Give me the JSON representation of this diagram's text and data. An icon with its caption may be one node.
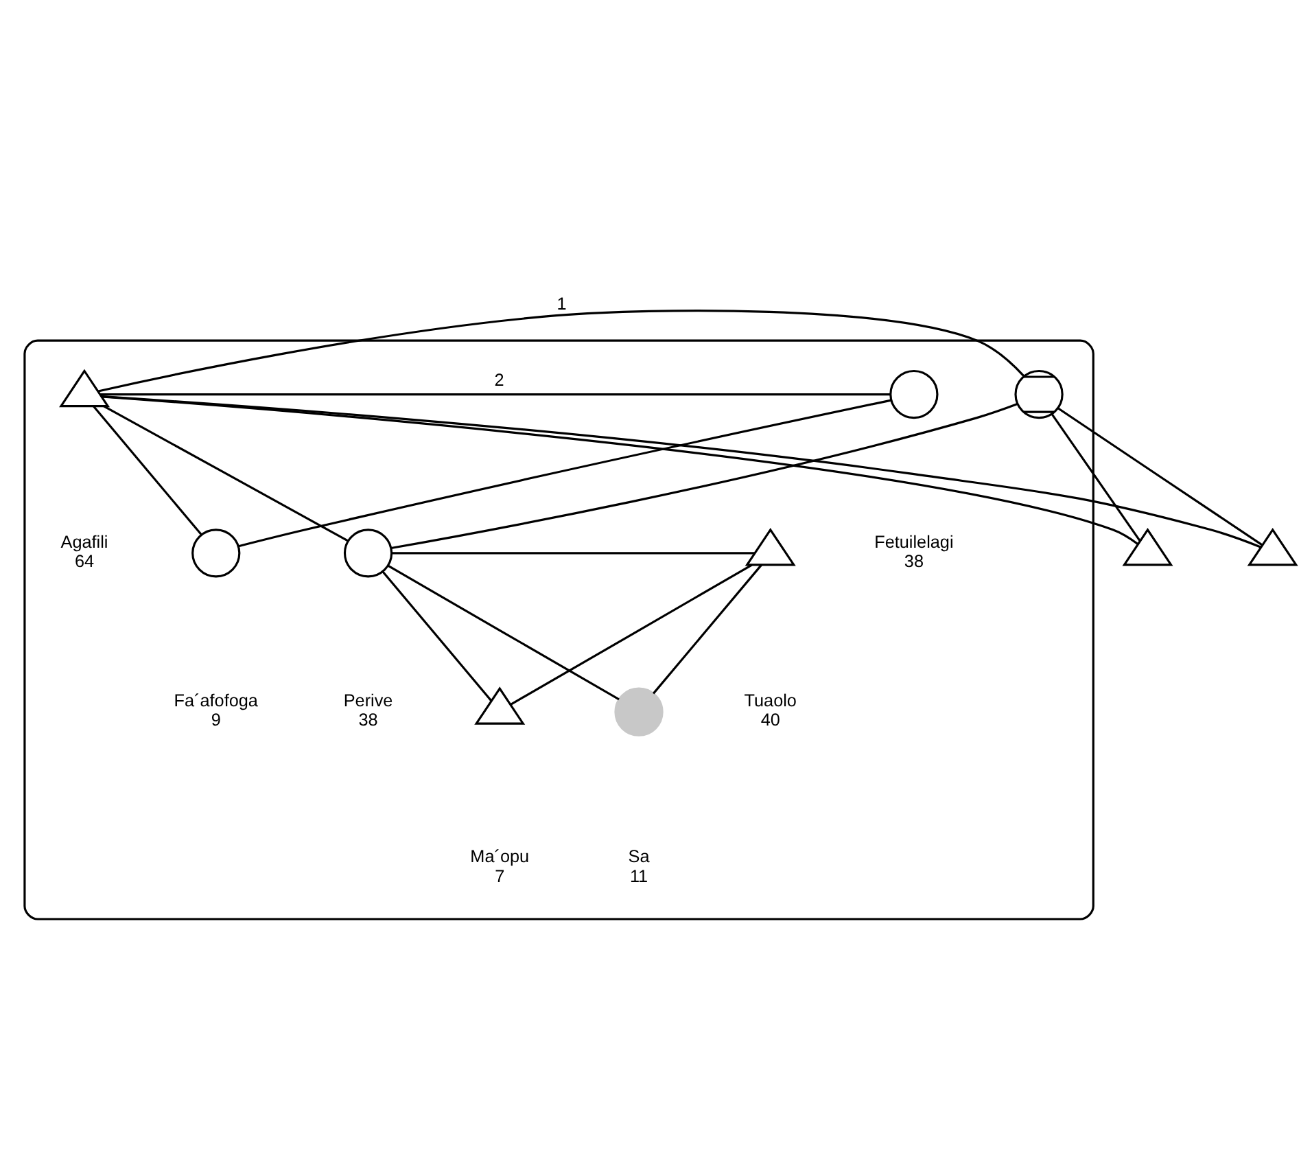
{
  "diagram": {
    "nodes": [
      {
        "text": [],
        "shape": "cloud"
      },
      {
        "text": [],
        "shape": "circle",
        "in": 0
      },
      {
        "text": [],
        "shape": "triangle",
        "beside": [
          "Agafili",
          "64"
        ],
        "in": 0
      },
      {
        "text": [],
        "shape": "circle",
        "beside": [
          "Fetuilelagi",
          "38"
        ],
        "in": 0
      },
      {
        "text": [],
        "shape": "triangle"
      },
      {
        "text": [],
        "shape": "triangle"
      },
      {
        "text": [],
        "shape": "circle",
        "beside": [
          "Perive",
          "38"
        ],
        "in": 0
      },
      {
        "text": [],
        "shape": "triangle",
        "beside": [
          "Tuaolo",
          "40"
        ],
        "in": 0
      },
      {
        "text": [],
        "shape": "circle",
        "beside": [
          "Fa´afofoga",
          "9"
        ],
        "in": 0
      },
      {
        "text": [],
        "shape": "circle",
        "beside": [
          "Sa",
          "11"
        ],
        "in": 0
      },
      {
        "text": [],
        "shape": "triangle",
        "beside": [
          "Ma´opu",
          "7"
        ],
        "in": 0
      }
    ],
    "edges": [
      {
        "from": 1,
        "to": 2,
        "arrow": "none",
        "label": "1"
      },
      {
        "from": 2,
        "to": 3,
        "arrow": "none",
        "label": "2"
      },
      {
        "from": 1,
        "to": 4,
        "arrow": "none"
      },
      {
        "from": 2,
        "to": 4,
        "arrow": "none"
      },
      {
        "from": 1,
        "to": 5,
        "arrow": "none"
      },
      {
        "from": 2,
        "to": 5,
        "arrow": "none"
      },
      {
        "from": 1,
        "to": 6,
        "arrow": "none"
      },
      {
        "from": 2,
        "to": 6,
        "arrow": "none"
      },
      {
        "from": 2,
        "to": 8,
        "arrow": "none"
      },
      {
        "from": 3,
        "to": 8,
        "arrow": "none"
      },
      {
        "from": 6,
        "to": 7,
        "arrow": "none"
      },
      {
        "from": 6,
        "to": 9,
        "arrow": "none"
      },
      {
        "from": 7,
        "to": 9,
        "arrow": "none"
      },
      {
        "from": 6,
        "to": 10,
        "arrow": "none"
      },
      {
        "from": 7,
        "to": 10,
        "arrow": "none"
      }
    ]
  }
}
